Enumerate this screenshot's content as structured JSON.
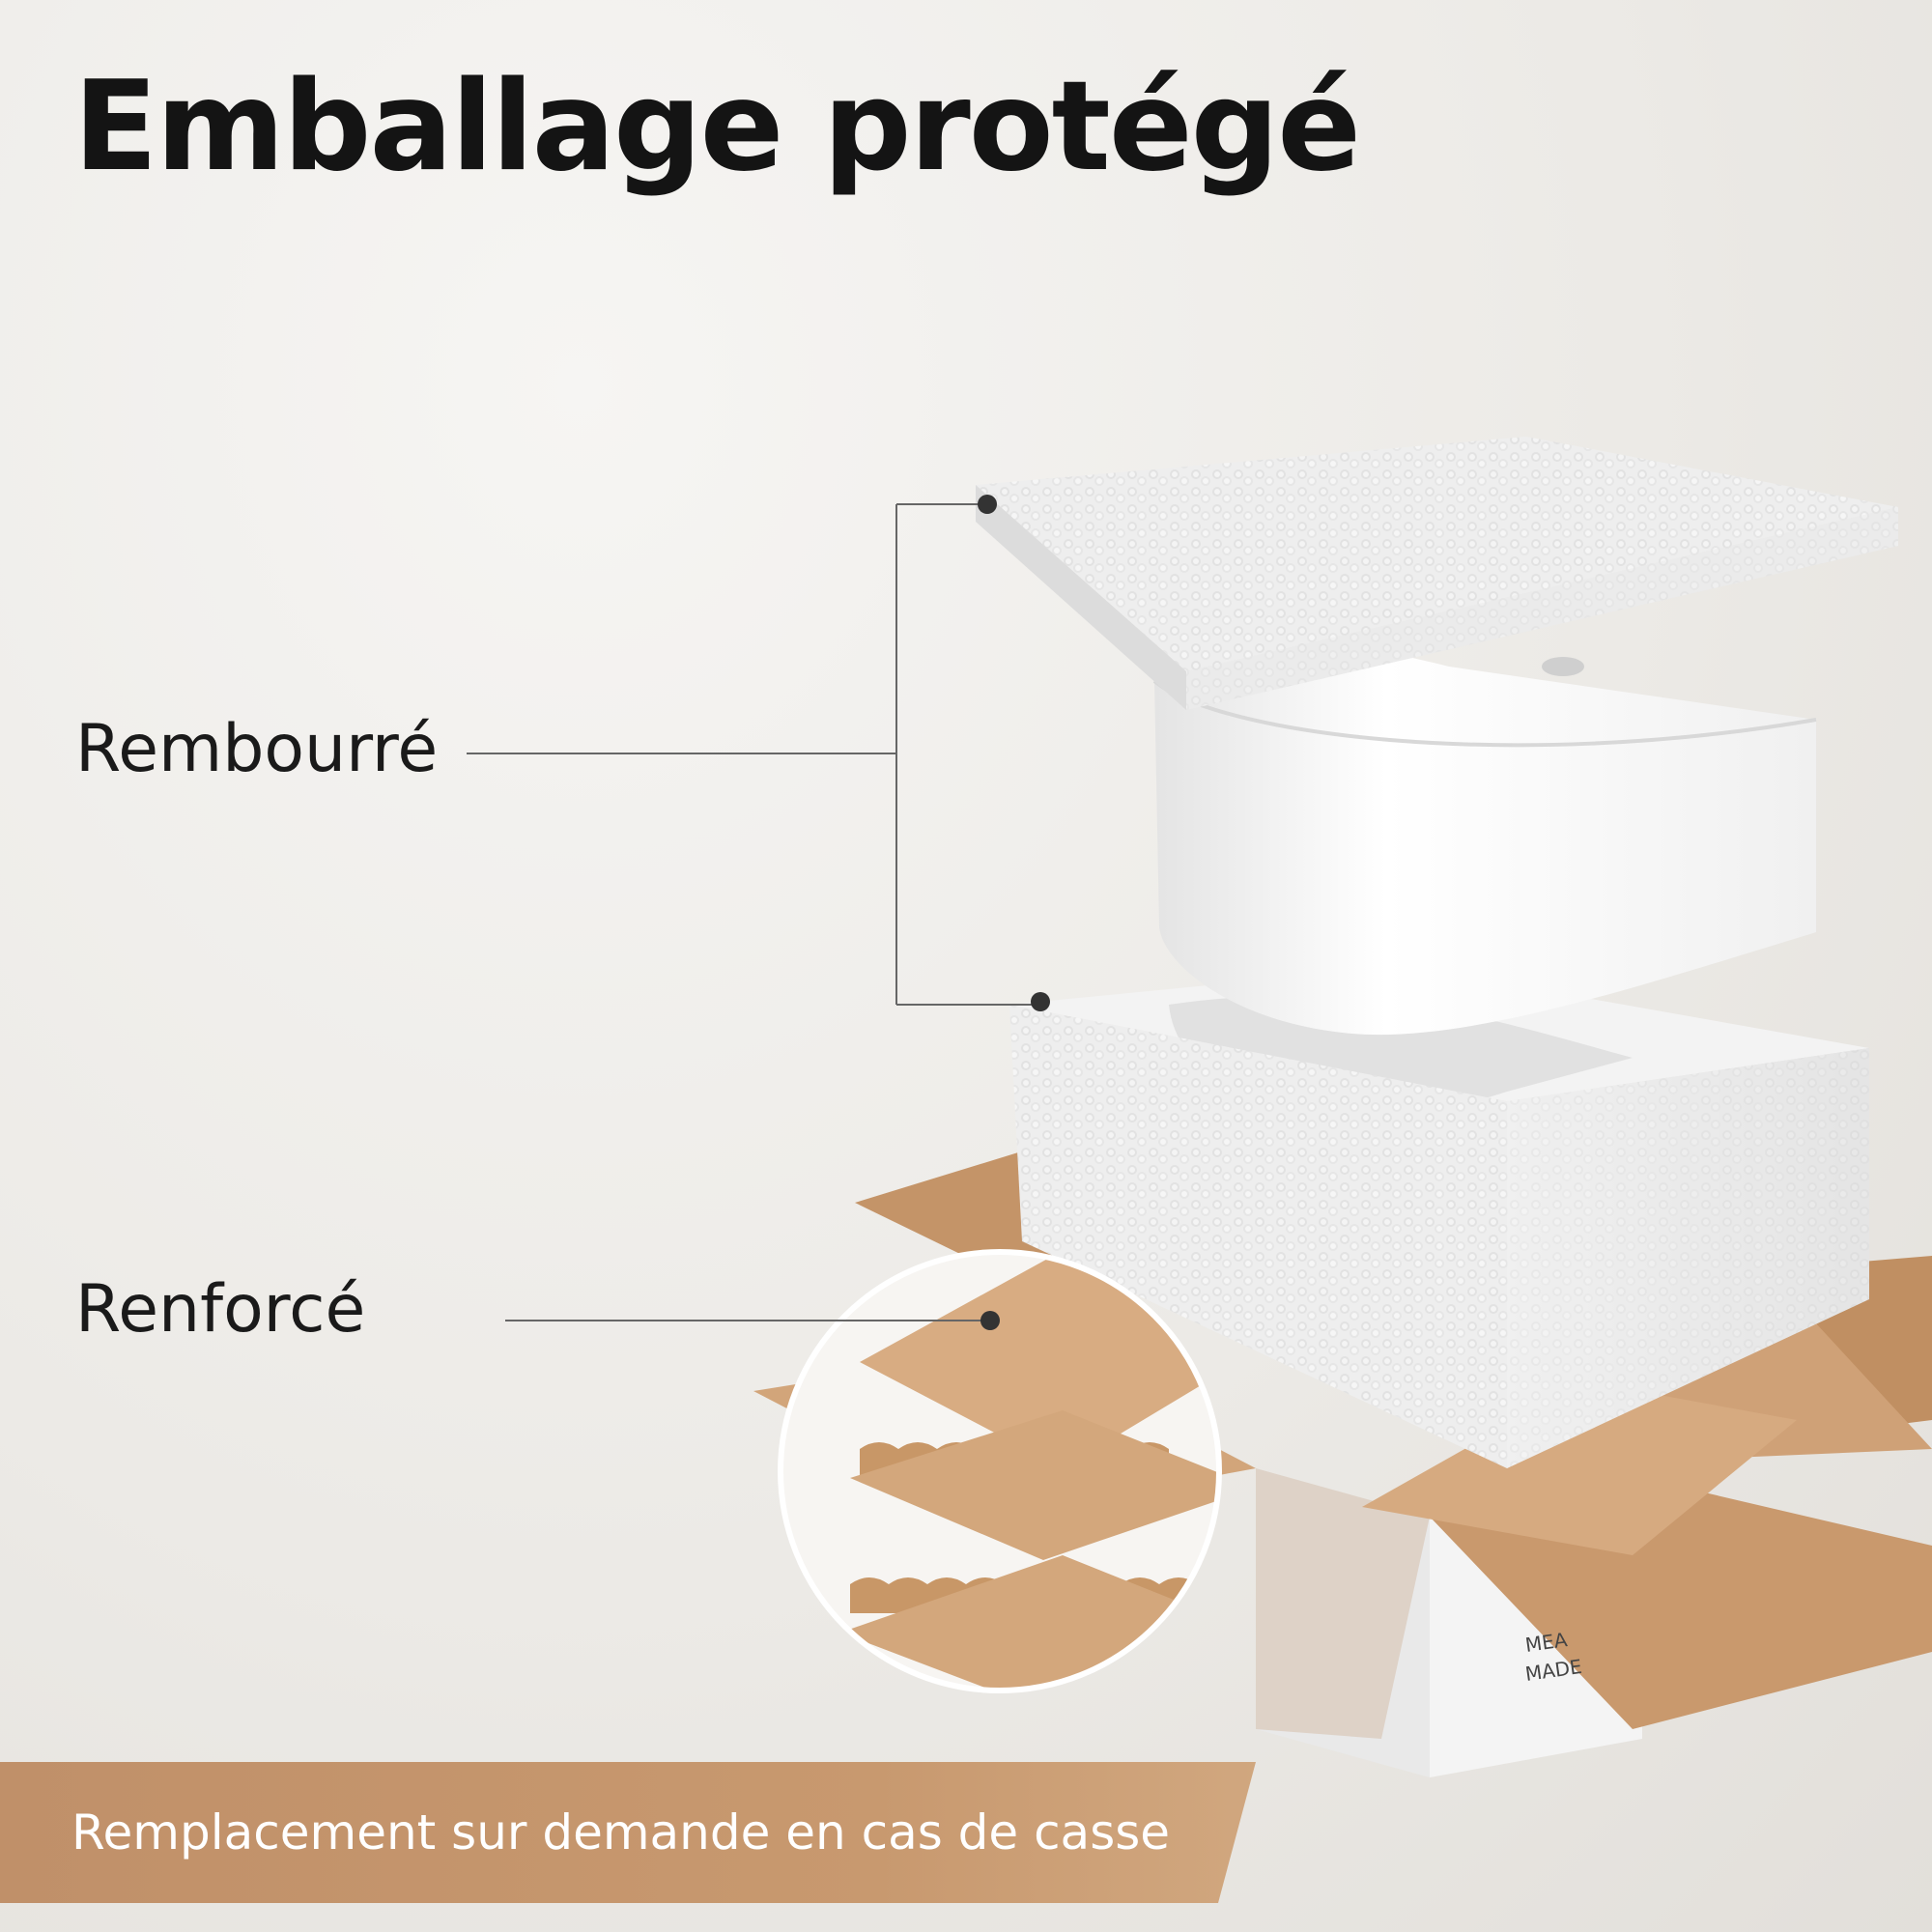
{
  "title": "Emballage protégé",
  "callouts": {
    "padded": "Rembourré",
    "reinforced": "Renforcé"
  },
  "banner": {
    "text": "Remplacement sur demande en cas de casse"
  },
  "colors": {
    "title": "#141414",
    "cardboard": "#c8996f",
    "foam": "#f0f0f0",
    "banner": "#c09069"
  }
}
